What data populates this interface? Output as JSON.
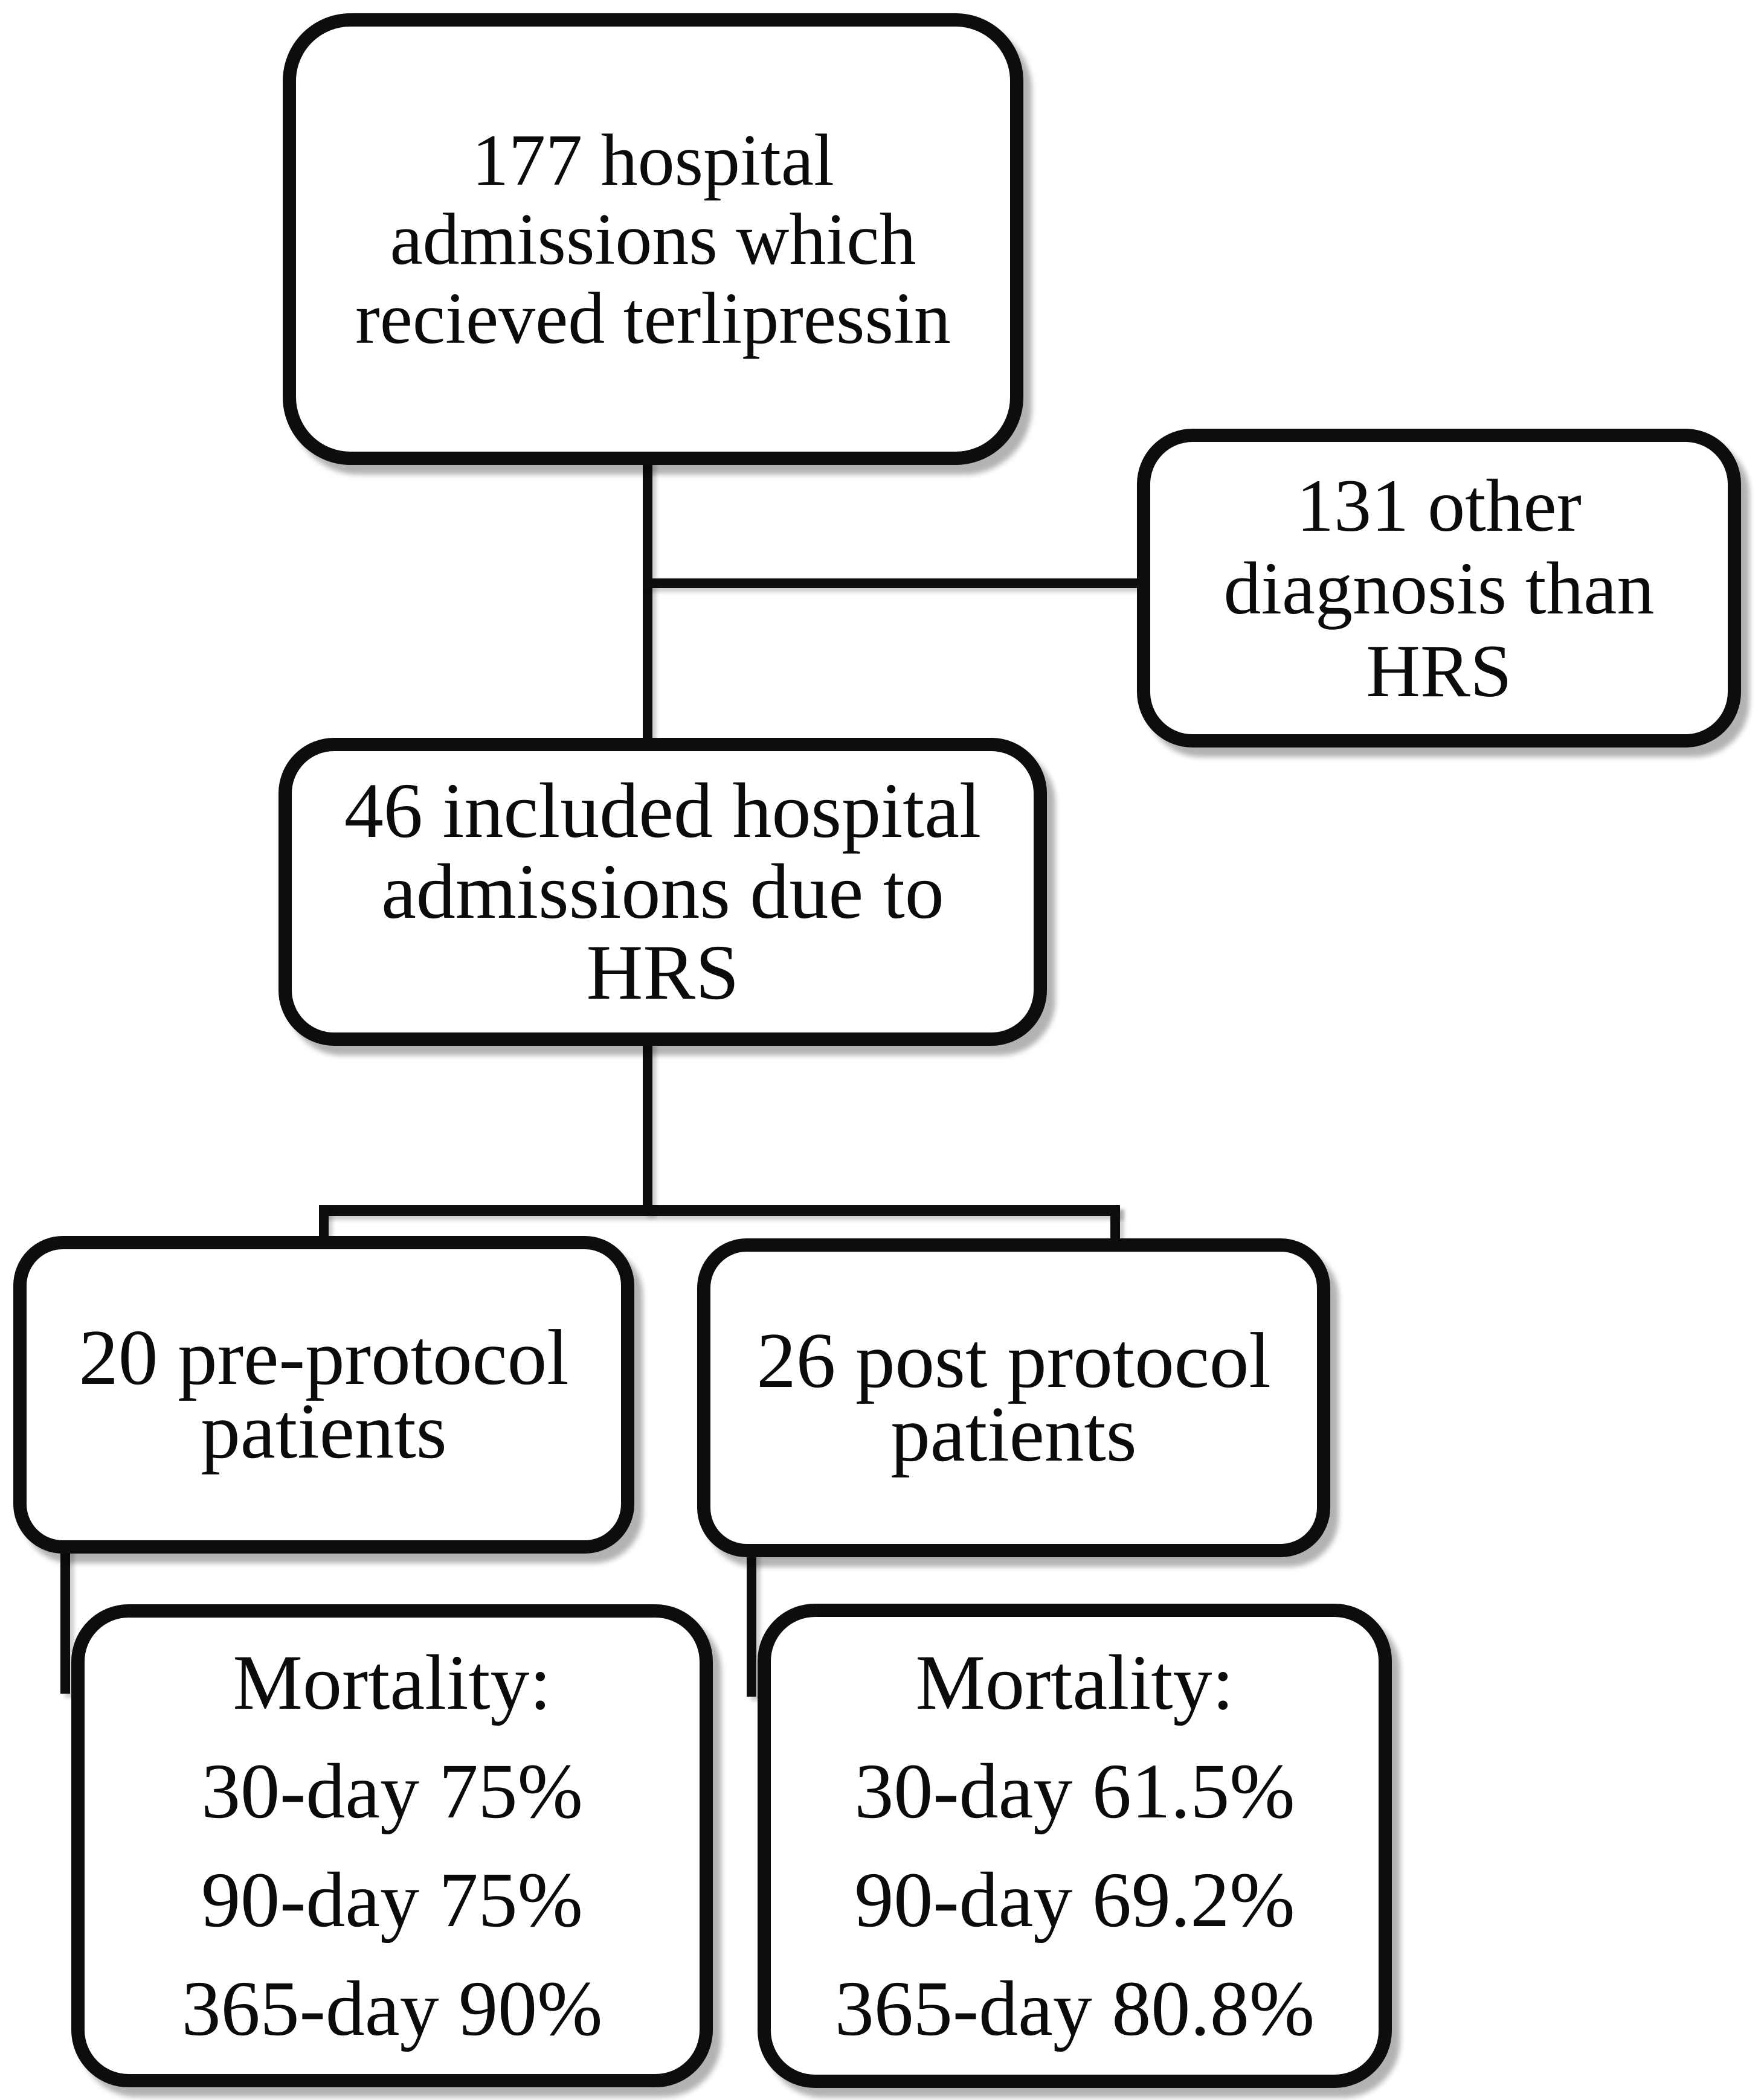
{
  "figure": {
    "type": "patient-flow-chart",
    "colors": {
      "background": "#ffffff",
      "stroke": "#0d0d0d",
      "text": "#0b0b0b",
      "shadow": "#b5b5b5"
    },
    "nodes": {
      "admissions": {
        "lines": [
          "177 hospital",
          "admissions which",
          "recieved terlipressin"
        ]
      },
      "other_diagnosis": {
        "lines": [
          "131 other",
          "diagnosis than",
          "HRS"
        ]
      },
      "included": {
        "lines": [
          "46 included hospital",
          "admissions due to",
          "HRS"
        ]
      },
      "pre_protocol": {
        "lines": [
          "20 pre-protocol",
          "patients"
        ]
      },
      "post_protocol": {
        "lines": [
          "26 post protocol",
          "patients"
        ]
      },
      "mortality_pre": {
        "lines": [
          "Mortality:",
          "30-day 75%",
          "90-day 75%",
          "365-day 90%"
        ]
      },
      "mortality_post": {
        "lines": [
          "Mortality:",
          "30-day 61.5%",
          "90-day 69.2%",
          "365-day 80.8%"
        ]
      }
    }
  }
}
